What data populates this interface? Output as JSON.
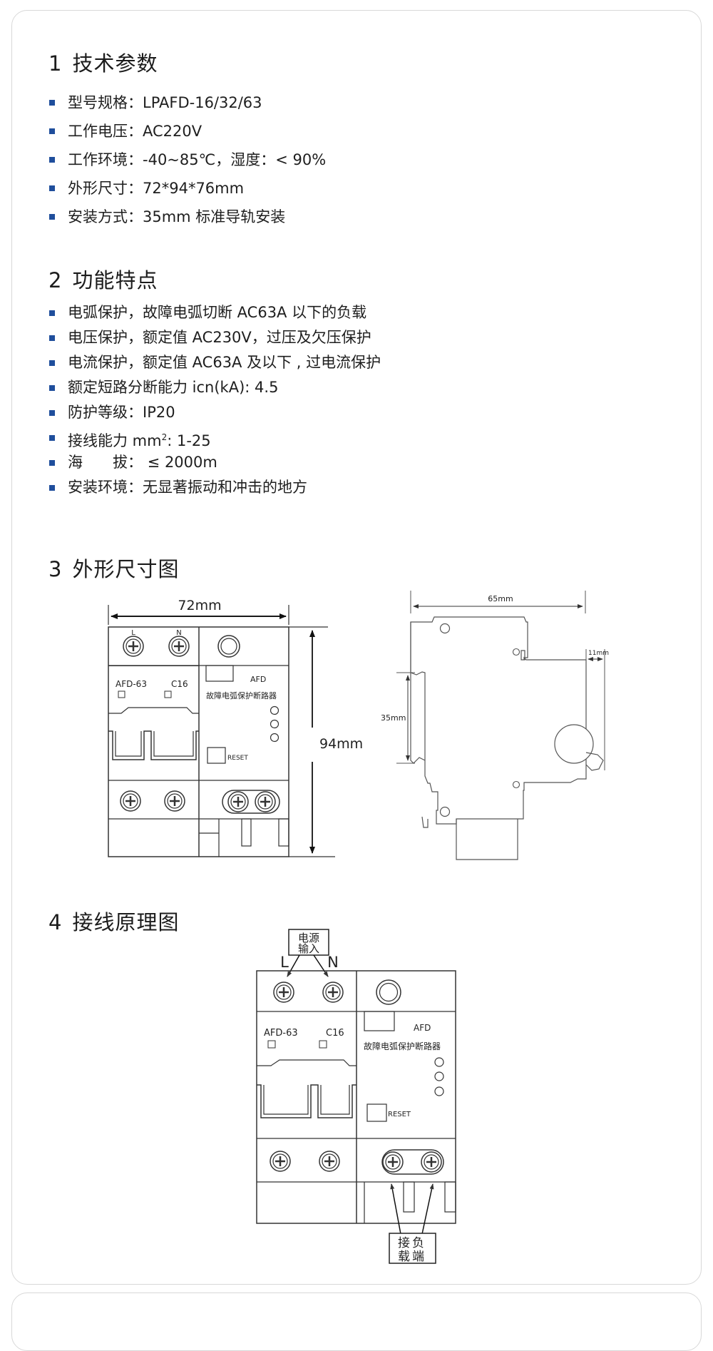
{
  "sections": [
    {
      "num": "1",
      "title": "技术参数",
      "items": [
        {
          "label": "型号规格：",
          "value": "LPAFD-16/32/63"
        },
        {
          "label": "工作电压：",
          "value": "AC220V"
        },
        {
          "label": "工作环境：",
          "value": "-40~85℃，湿度：< 90%"
        },
        {
          "label": "外形尺寸：",
          "value": "72*94*76mm"
        },
        {
          "label": "安装方式：",
          "value": "35mm 标准导轨安装"
        }
      ]
    },
    {
      "num": "2",
      "title": "功能特点",
      "items": [
        {
          "text": "电弧保护，故障电弧切断 AC63A 以下的负载"
        },
        {
          "text": "电压保护，额定值 AC230V，过压及欠压保护"
        },
        {
          "text": "电流保护，额定值 AC63A 及以下 , 过电流保护"
        },
        {
          "text": "额定短路分断能力 icn(kA): 4.5"
        },
        {
          "text": "防护等级：IP20"
        },
        {
          "text_pre": "接线能力 mm",
          "sup": "2",
          "text_post": ": 1-25"
        },
        {
          "text": "海　　拔： ≤ 2000m"
        },
        {
          "text": "安装环境：无显著振动和冲击的地方"
        }
      ]
    },
    {
      "num": "3",
      "title": "外形尺寸图"
    },
    {
      "num": "4",
      "title": "接线原理图"
    }
  ],
  "dimension_drawing": {
    "front": {
      "width_label": "72mm",
      "height_label": "94mm",
      "terminal_L": "L",
      "terminal_N": "N",
      "model": "AFD-63",
      "rating": "C16",
      "afd": "AFD",
      "device_name": "故障电弧保护断路器",
      "reset": "RESET"
    },
    "side": {
      "depth_label": "65mm",
      "rail_label": "35mm",
      "offset_label": "11mm"
    }
  },
  "wiring_diagram": {
    "input_line1": "电源",
    "input_line2": "输入",
    "L": "L",
    "N": "N",
    "model": "AFD-63",
    "rating": "C16",
    "afd": "AFD",
    "device_name": "故障电弧保护断路器",
    "reset": "RESET",
    "load_line1": "接负",
    "load_line2": "载端"
  }
}
